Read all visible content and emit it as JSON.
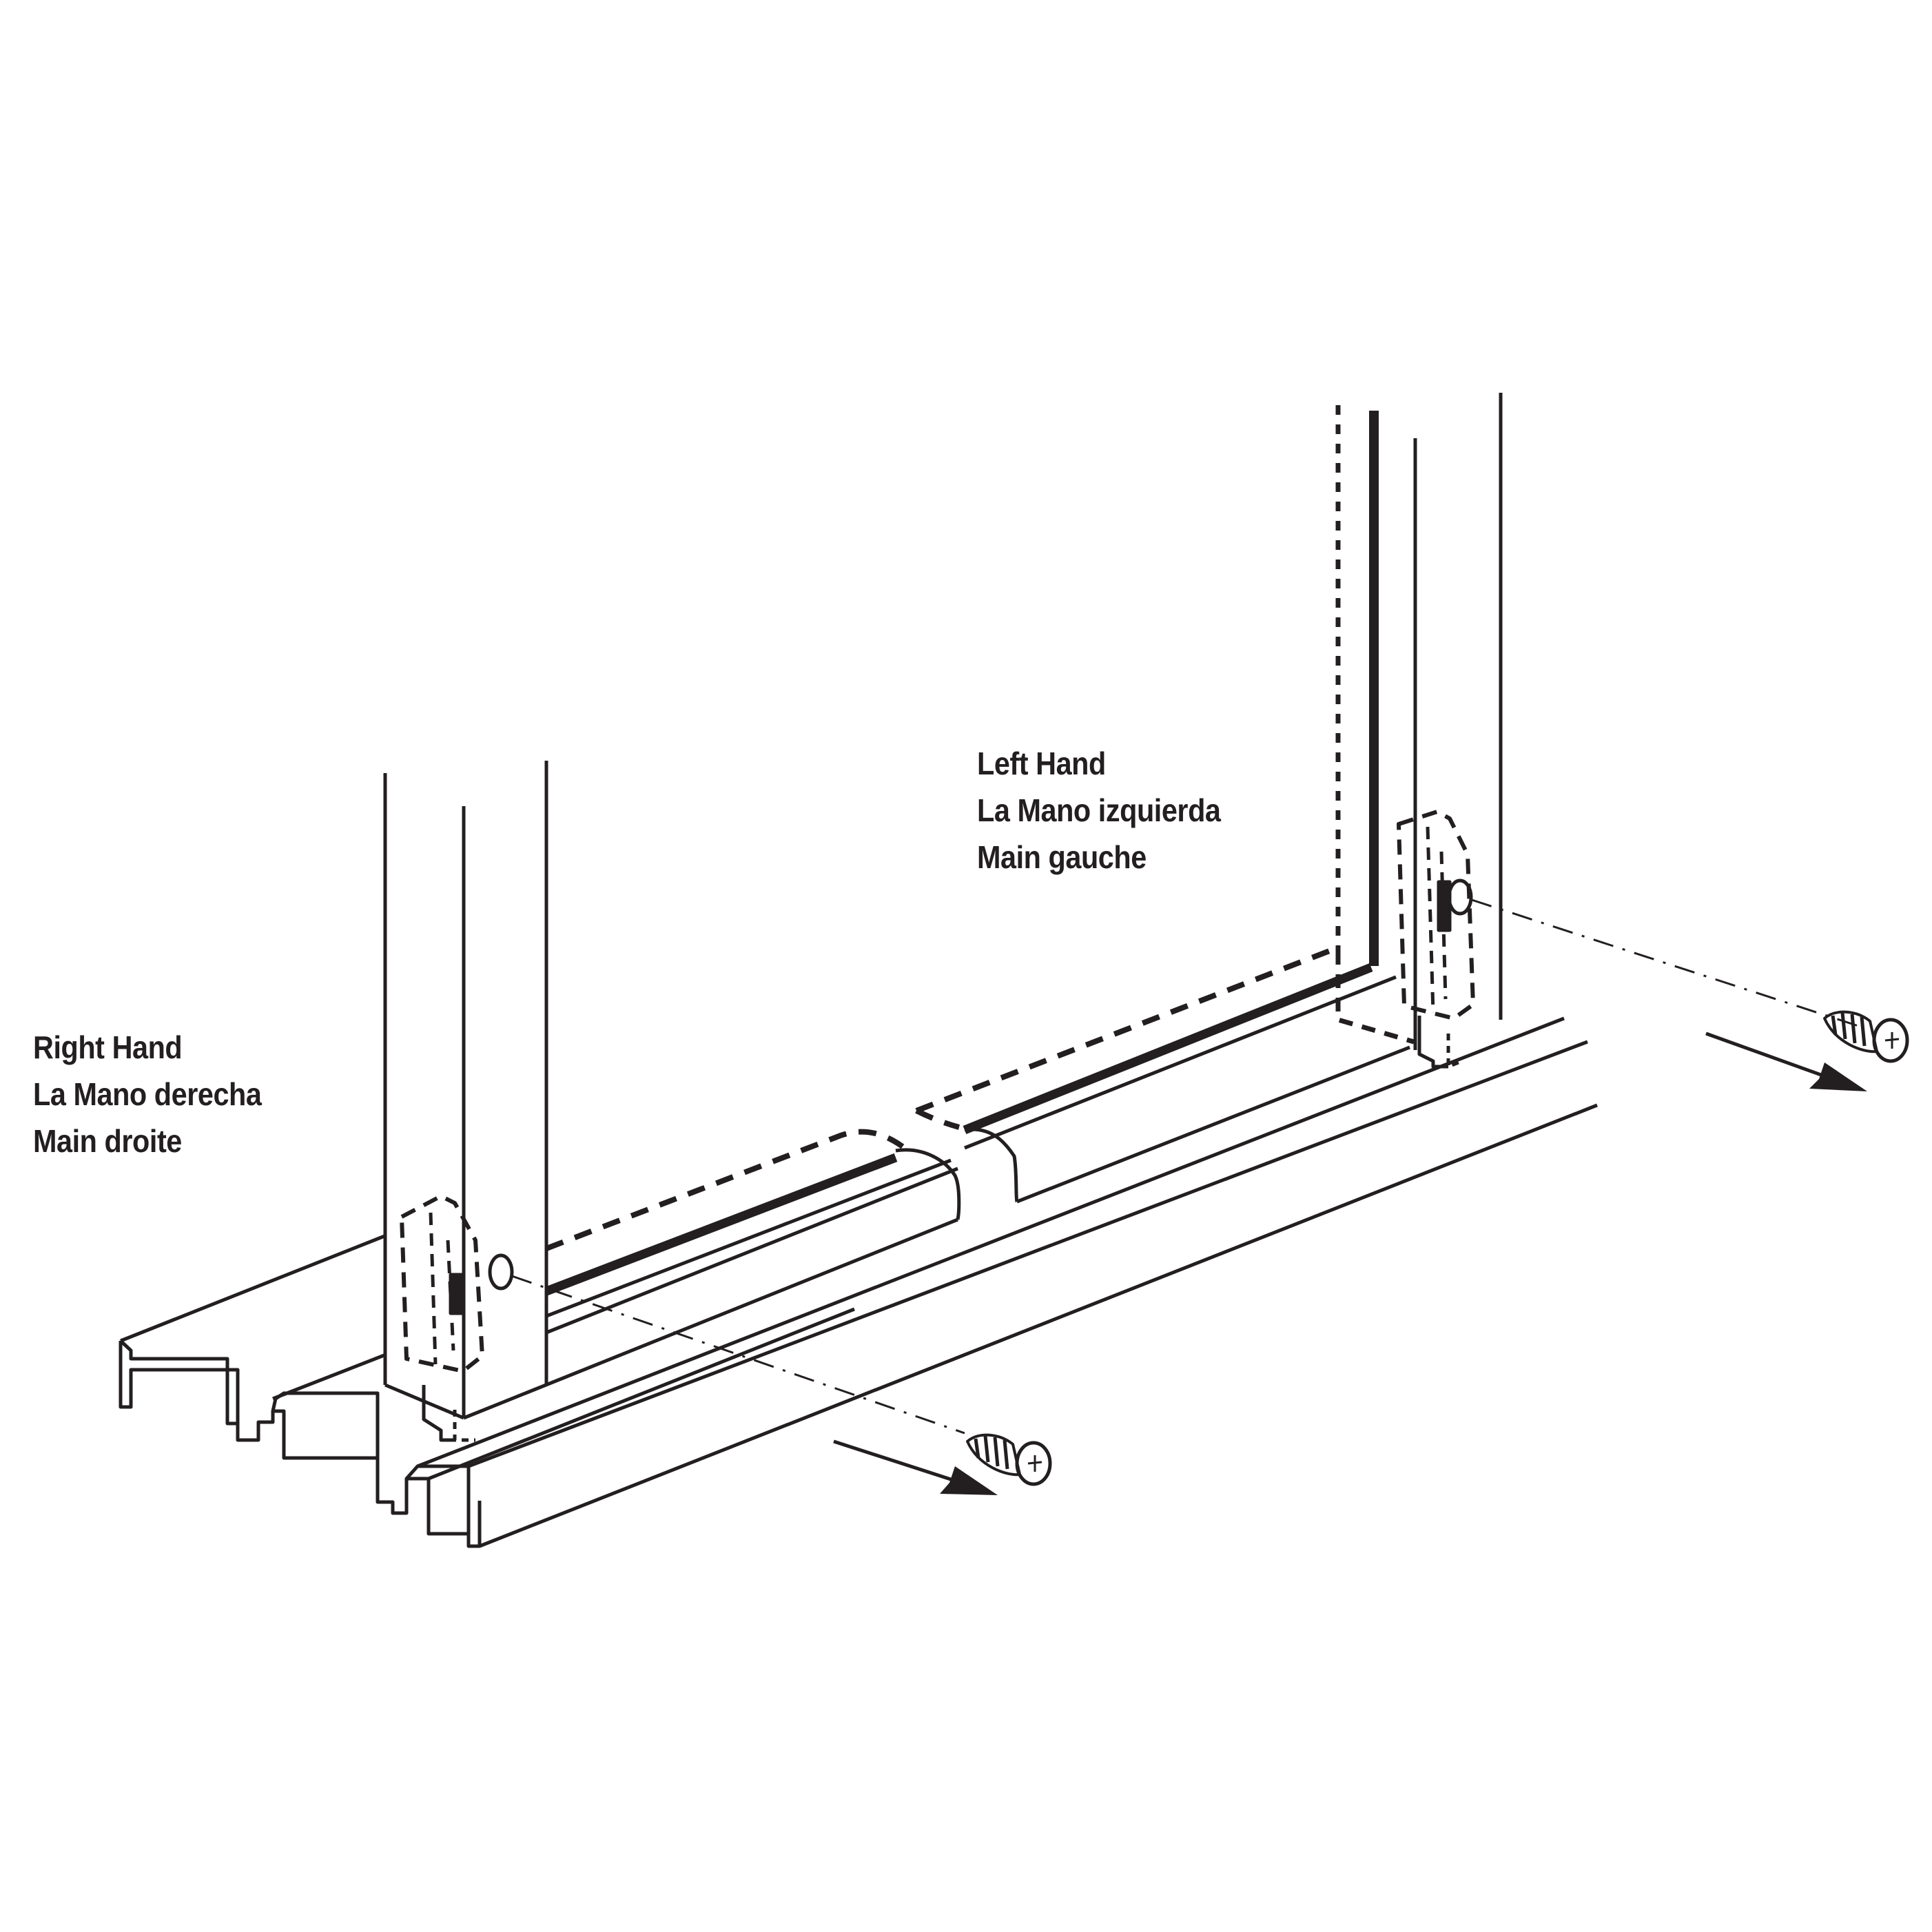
{
  "colors": {
    "ink": "#231f20",
    "background": "#ffffff"
  },
  "labels": {
    "right_hand": [
      "Right Hand",
      "La Mano derecha",
      "Main droite"
    ],
    "left_hand": [
      "Left Hand",
      "La Mano izquierda",
      "Main gauche"
    ]
  },
  "icons": [
    "screw-icon",
    "arrow-icon",
    "bracket-icon"
  ]
}
